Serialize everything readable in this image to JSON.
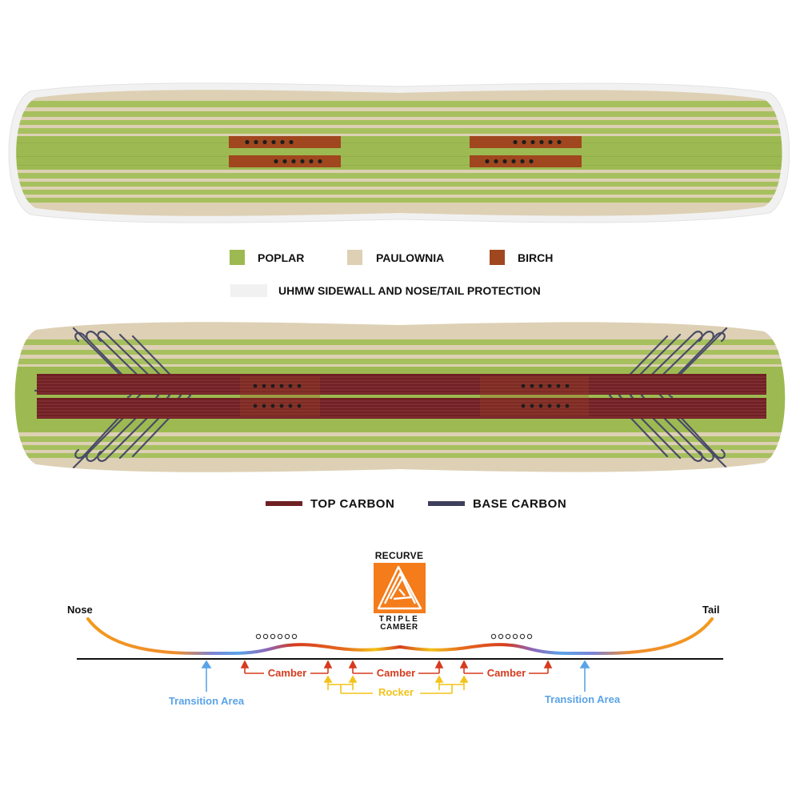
{
  "colors": {
    "poplar": "#9dba52",
    "paulownia": "#ddd0b4",
    "birch": "#a0471f",
    "uhmw": "#f1f1f1",
    "top_carbon": "#6f2024",
    "base_carbon": "#3e3f5c",
    "camber": "#d63b1f",
    "rocker": "#f2c31a",
    "transition": "#5aa3e8"
  },
  "legend_materials": {
    "poplar": "POPLAR",
    "paulownia": "PAULOWNIA",
    "birch": "BIRCH",
    "uhmw": "UHMW SIDEWALL AND NOSE/TAIL PROTECTION"
  },
  "legend_carbon": {
    "top": "TOP CARBON",
    "base": "BASE CARBON"
  },
  "logo": {
    "line1": "RECURVE",
    "line2": "TRIPLE",
    "line3": "CAMBER"
  },
  "profile": {
    "nose": "Nose",
    "tail": "Tail",
    "camber": "Camber",
    "rocker": "Rocker",
    "transition": "Transition Area"
  },
  "icons": {
    "logo_mark": "triangle-spiral-icon",
    "arrows": "arrow-up-icon"
  }
}
